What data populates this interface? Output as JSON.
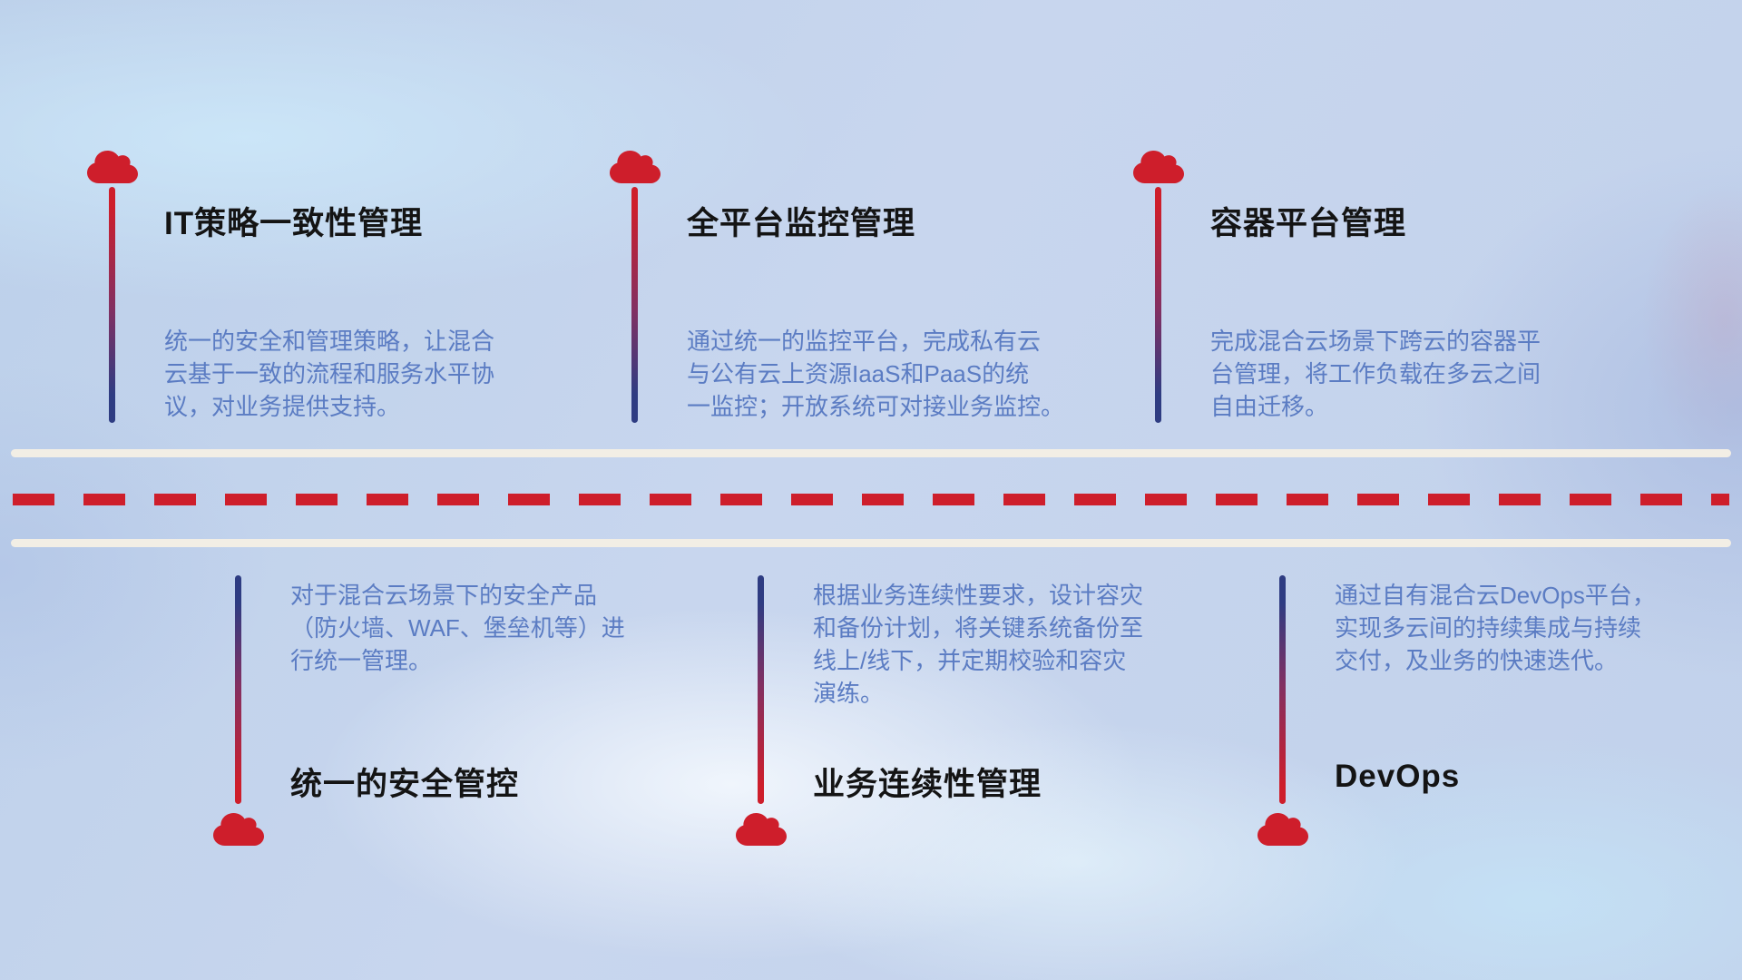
{
  "colors": {
    "red": "#ce1e2b",
    "navy": "#2e3c82",
    "title": "#141414",
    "desc": "#5b7cc3",
    "roadline": "#f2eee5"
  },
  "icons": {
    "marker": "cloud-icon"
  },
  "top_items": [
    {
      "title": "IT策略一致性管理",
      "desc": "统一的安全和管理策略，让混合\n云基于一致的流程和服务水平协\n议，对业务提供支持。"
    },
    {
      "title": "全平台监控管理",
      "desc": "通过统一的监控平台，完成私有云\n与公有云上资源IaaS和PaaS的统\n一监控；开放系统可对接业务监控。"
    },
    {
      "title": "容器平台管理",
      "desc": "完成混合云场景下跨云的容器平\n台管理，将工作负载在多云之间\n自由迁移。"
    }
  ],
  "bottom_items": [
    {
      "title": "统一的安全管控",
      "desc": "对于混合云场景下的安全产品\n（防火墙、WAF、堡垒机等）进\n行统一管理。"
    },
    {
      "title": "业务连续性管理",
      "desc": "根据业务连续性要求，设计容灾\n和备份计划，将关键系统备份至\n线上/线下，并定期校验和容灾\n演练。"
    },
    {
      "title": "DevOps",
      "desc": "通过自有混合云DevOps平台，\n实现多云间的持续集成与持续\n交付，及业务的快速迭代。"
    }
  ]
}
